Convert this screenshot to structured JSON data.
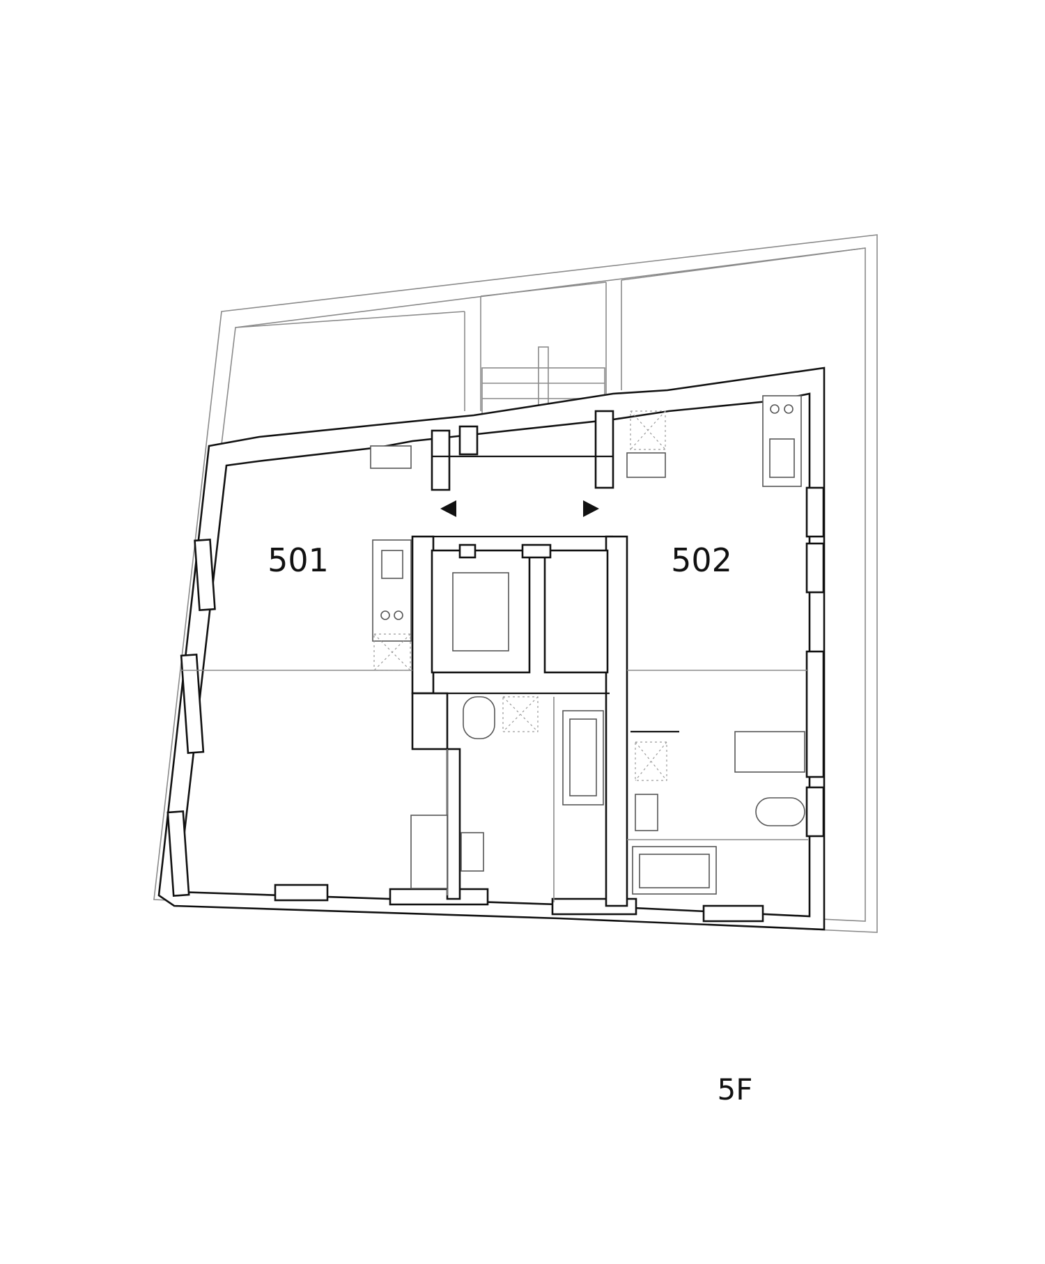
{
  "units": [
    {
      "label": "501"
    },
    {
      "label": "502"
    }
  ],
  "floor_label": "5F",
  "colors": {
    "background": "#ffffff",
    "wall": "#111111",
    "balcony": "#8a8a8a"
  }
}
